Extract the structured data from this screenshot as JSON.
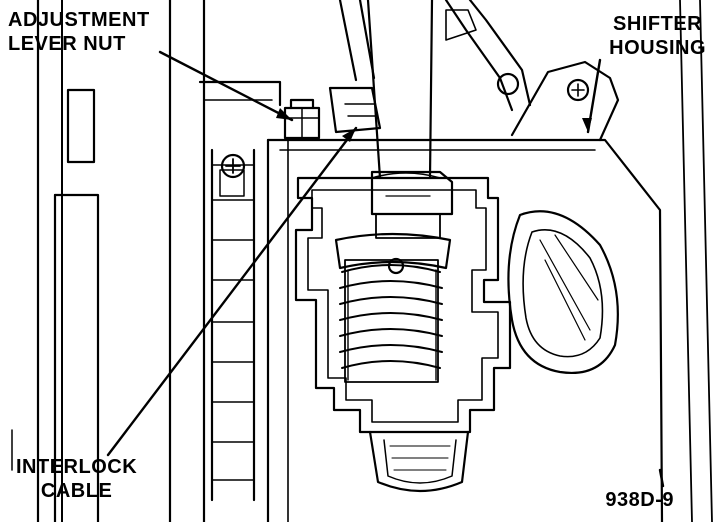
{
  "labels": {
    "adjustment": [
      "ADJUSTMENT",
      "LEVER NUT"
    ],
    "shifter": [
      "SHIFTER",
      "HOUSING"
    ],
    "interlock": [
      "INTERLOCK",
      "CABLE"
    ],
    "figure_id": "938D-9"
  },
  "colors": {
    "ink": "#000000",
    "paper": "#ffffff"
  }
}
